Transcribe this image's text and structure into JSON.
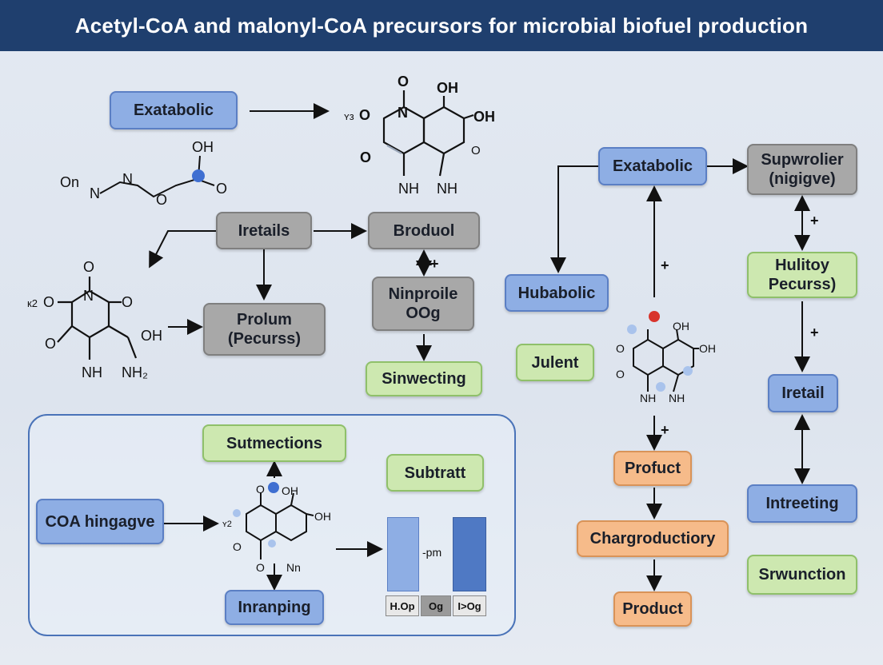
{
  "title": "Acetyl-CoA and malonyl-CoA precursors for microbial biofuel production",
  "nodes": {
    "exatabolic_left": "Exatabolic",
    "iretails": "Iretails",
    "broduol": "Broduol",
    "prolum": "Prolum\n(Pecurss)",
    "ninproile": "Ninproile\nOOg",
    "sinwecting": "Sinwecting",
    "sutmections": "Sutmections",
    "subtratt": "Subtratt",
    "coa_hingagve": "COA hingagve",
    "inranping": "Inranping",
    "exatabolic_right": "Exatabolic",
    "supwrolier": "Supwrolier\n(nigigve)",
    "hubabolic": "Hubabolic",
    "julent": "Julent",
    "hulitoy": "Hulitoy\nPecurss)",
    "iretail": "Iretail",
    "intreeting": "Intreeting",
    "srwunction": "Srwunction",
    "profuct": "Profuct",
    "chargroductiory": "Chargroductiory",
    "product": "Product"
  },
  "labels": {
    "plus": "+",
    "pm": "-pm"
  },
  "chem": {
    "O": "O",
    "OH": "OH",
    "N": "N",
    "NH": "NH",
    "NH2": "NH₂",
    "On": "On",
    "Nn": "Nn",
    "v3": "ʏз",
    "k2": "к2",
    "v2": "ʏ2"
  },
  "bars": {
    "labels": [
      "H.Op",
      "Og",
      "I>Og"
    ],
    "colors": [
      "#8eaee4",
      "#9a9a9a",
      "#4f79c4"
    ]
  },
  "colors": {
    "title_bg": "#1f3f6e",
    "blue": "#8eaee4",
    "gray": "#a8a8a8",
    "green": "#cde8b0",
    "orange": "#f6bb8a"
  }
}
